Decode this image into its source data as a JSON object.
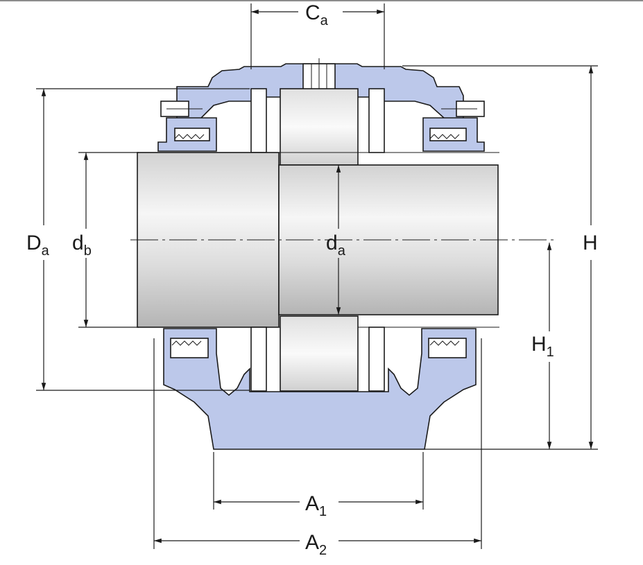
{
  "diagram": {
    "colors": {
      "housing": "#bcc8ea",
      "shaft_light": "#f2f2f2",
      "shaft_dark": "#bdbdbd",
      "line": "#1a1a1a"
    },
    "labels": {
      "ca": {
        "main": "C",
        "sub": "a"
      },
      "da_outer": {
        "main": "D",
        "sub": "a"
      },
      "db": {
        "main": "d",
        "sub": "b"
      },
      "da_inner": {
        "main": "d",
        "sub": "a"
      },
      "h": {
        "main": "H",
        "sub": ""
      },
      "h1": {
        "main": "H",
        "sub": "1"
      },
      "a1": {
        "main": "A",
        "sub": "1"
      },
      "a2": {
        "main": "A",
        "sub": "2"
      }
    }
  }
}
